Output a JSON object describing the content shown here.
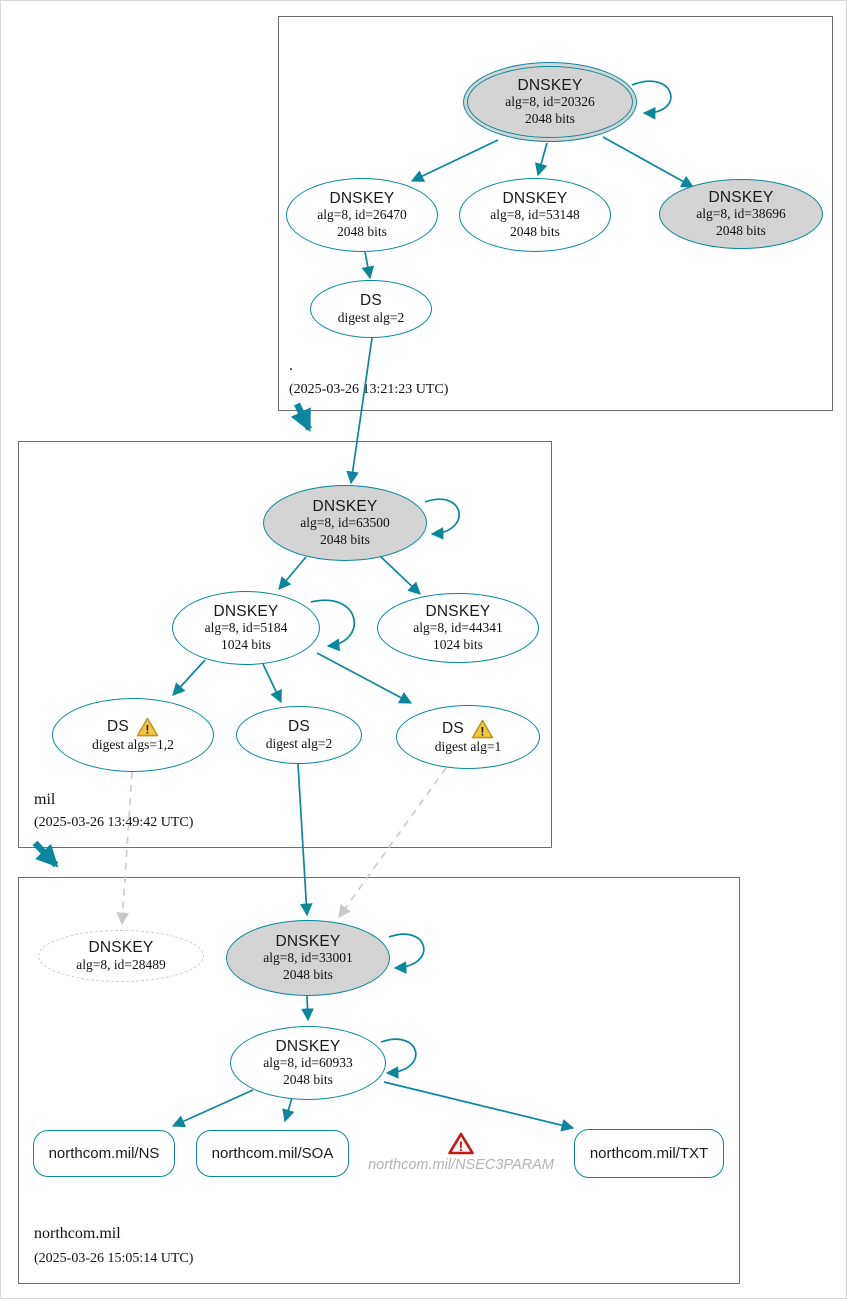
{
  "colors": {
    "edge_teal": "#0a879a",
    "ksk_fill_gray": "#d3d3d3",
    "dashed_gray": "#c9c9c9",
    "warning_yellow": "#f8c63d",
    "error_red": "#c11818"
  },
  "icons": {
    "warning_glyph": "!",
    "error_glyph": "!"
  },
  "zones": {
    "root": {
      "name": ".",
      "timestamp": "(2025-03-26 13:21:23 UTC)",
      "nodes": {
        "ksk20326": {
          "type": "DNSKEY",
          "alg": "alg=8, id=20326",
          "bits": "2048 bits"
        },
        "zsk26470": {
          "type": "DNSKEY",
          "alg": "alg=8, id=26470",
          "bits": "2048 bits"
        },
        "zsk53148": {
          "type": "DNSKEY",
          "alg": "alg=8, id=53148",
          "bits": "2048 bits"
        },
        "ksk38696": {
          "type": "DNSKEY",
          "alg": "alg=8, id=38696",
          "bits": "2048 bits"
        },
        "ds": {
          "type": "DS",
          "detail": "digest alg=2"
        }
      }
    },
    "mil": {
      "name": "mil",
      "timestamp": "(2025-03-26 13:49:42 UTC)",
      "nodes": {
        "ksk63500": {
          "type": "DNSKEY",
          "alg": "alg=8, id=63500",
          "bits": "2048 bits"
        },
        "zsk5184": {
          "type": "DNSKEY",
          "alg": "alg=8, id=5184",
          "bits": "1024 bits"
        },
        "zsk44341": {
          "type": "DNSKEY",
          "alg": "alg=8, id=44341",
          "bits": "1024 bits"
        },
        "ds12": {
          "type": "DS",
          "detail": "digest algs=1,2"
        },
        "ds2": {
          "type": "DS",
          "detail": "digest alg=2"
        },
        "ds1": {
          "type": "DS",
          "detail": "digest alg=1"
        }
      }
    },
    "northcom": {
      "name": "northcom.mil",
      "timestamp": "(2025-03-26 15:05:14 UTC)",
      "nodes": {
        "dnskey28489": {
          "type": "DNSKEY",
          "alg": "alg=8, id=28489"
        },
        "ksk33001": {
          "type": "DNSKEY",
          "alg": "alg=8, id=33001",
          "bits": "2048 bits"
        },
        "zsk60933": {
          "type": "DNSKEY",
          "alg": "alg=8, id=60933",
          "bits": "2048 bits"
        },
        "rrset_ns": {
          "label": "northcom.mil/NS"
        },
        "rrset_soa": {
          "label": "northcom.mil/SOA"
        },
        "rrset_txt": {
          "label": "northcom.mil/TXT"
        },
        "nsec3param": {
          "label": "northcom.mil/NSEC3PARAM"
        }
      }
    }
  }
}
